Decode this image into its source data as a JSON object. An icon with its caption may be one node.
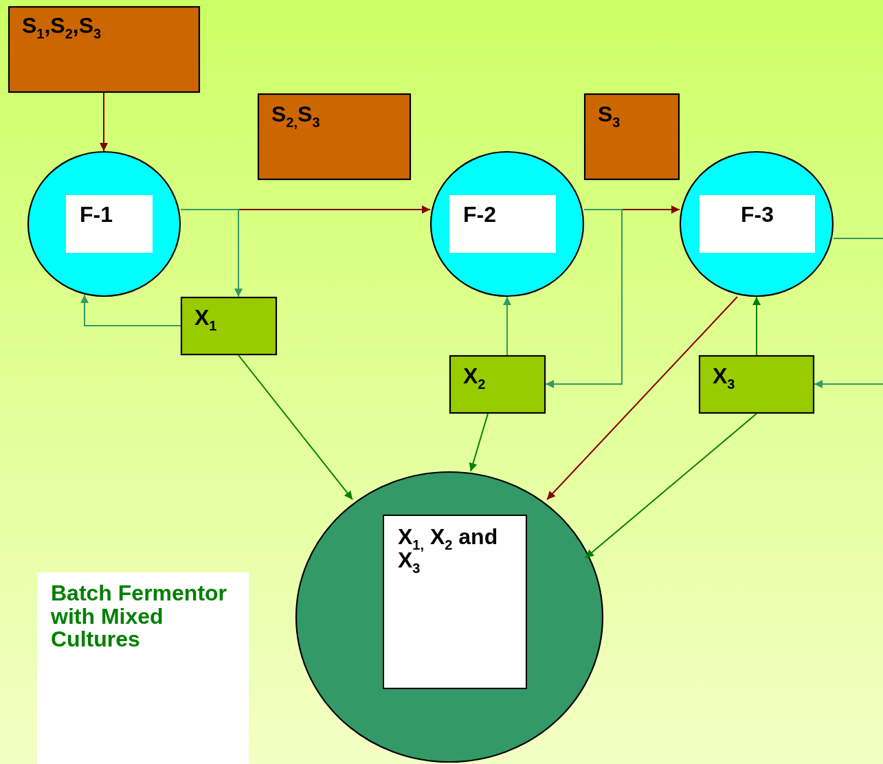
{
  "diagram": {
    "nodes": [
      {
        "text": [
          "S$_{1}$,S$_{2}$,S$_{3}$"
        ]
      },
      {
        "text": [
          "S$_{2,}$S$_{3}$"
        ]
      },
      {
        "text": [
          "S$_{3}$"
        ]
      },
      {
        "text": [
          "F-1"
        ]
      },
      {
        "text": [
          "F-2"
        ]
      },
      {
        "text": [
          "F-3"
        ]
      },
      {
        "text": [
          "X$_{1}$"
        ]
      },
      {
        "text": [
          "X$_{2}$"
        ]
      },
      {
        "text": [
          "X$_{3}$"
        ]
      },
      {
        "text": [
          "X$_{1,}$ X$_{2}$ and X$_{3}$"
        ]
      },
      {
        "text": [
          "Batch Fermentor with Mixed Cultures"
        ]
      }
    ],
    "edges": [
      {
        "from": 0,
        "to": 3,
        "arrow": "to",
        "color": "#800000"
      },
      {
        "from": 3,
        "to": 4,
        "arrow": "to",
        "color": "#800000"
      },
      {
        "from": 3,
        "to": 6,
        "arrow": "to"
      },
      {
        "from": 6,
        "to": 3,
        "arrow": "to"
      },
      {
        "from": 4,
        "to": 5,
        "arrow": "to",
        "color": "#800000"
      },
      {
        "from": 4,
        "to": 7,
        "arrow": "to"
      },
      {
        "from": 7,
        "to": 4,
        "arrow": "to"
      },
      {
        "from": 8,
        "to": 5,
        "arrow": "to",
        "color": "#008000"
      },
      {
        "from": 5,
        "to": null,
        "arrow": "none"
      },
      {
        "from": null,
        "to": 8,
        "arrow": "to"
      },
      {
        "from": 6,
        "to": 9,
        "arrow": "to",
        "color": "#008000"
      },
      {
        "from": 7,
        "to": 9,
        "arrow": "to",
        "color": "#008000"
      },
      {
        "from": 5,
        "to": 9,
        "arrow": "to",
        "color": "#800000"
      },
      {
        "from": 8,
        "to": 9,
        "arrow": "to",
        "color": "#008000"
      }
    ]
  }
}
